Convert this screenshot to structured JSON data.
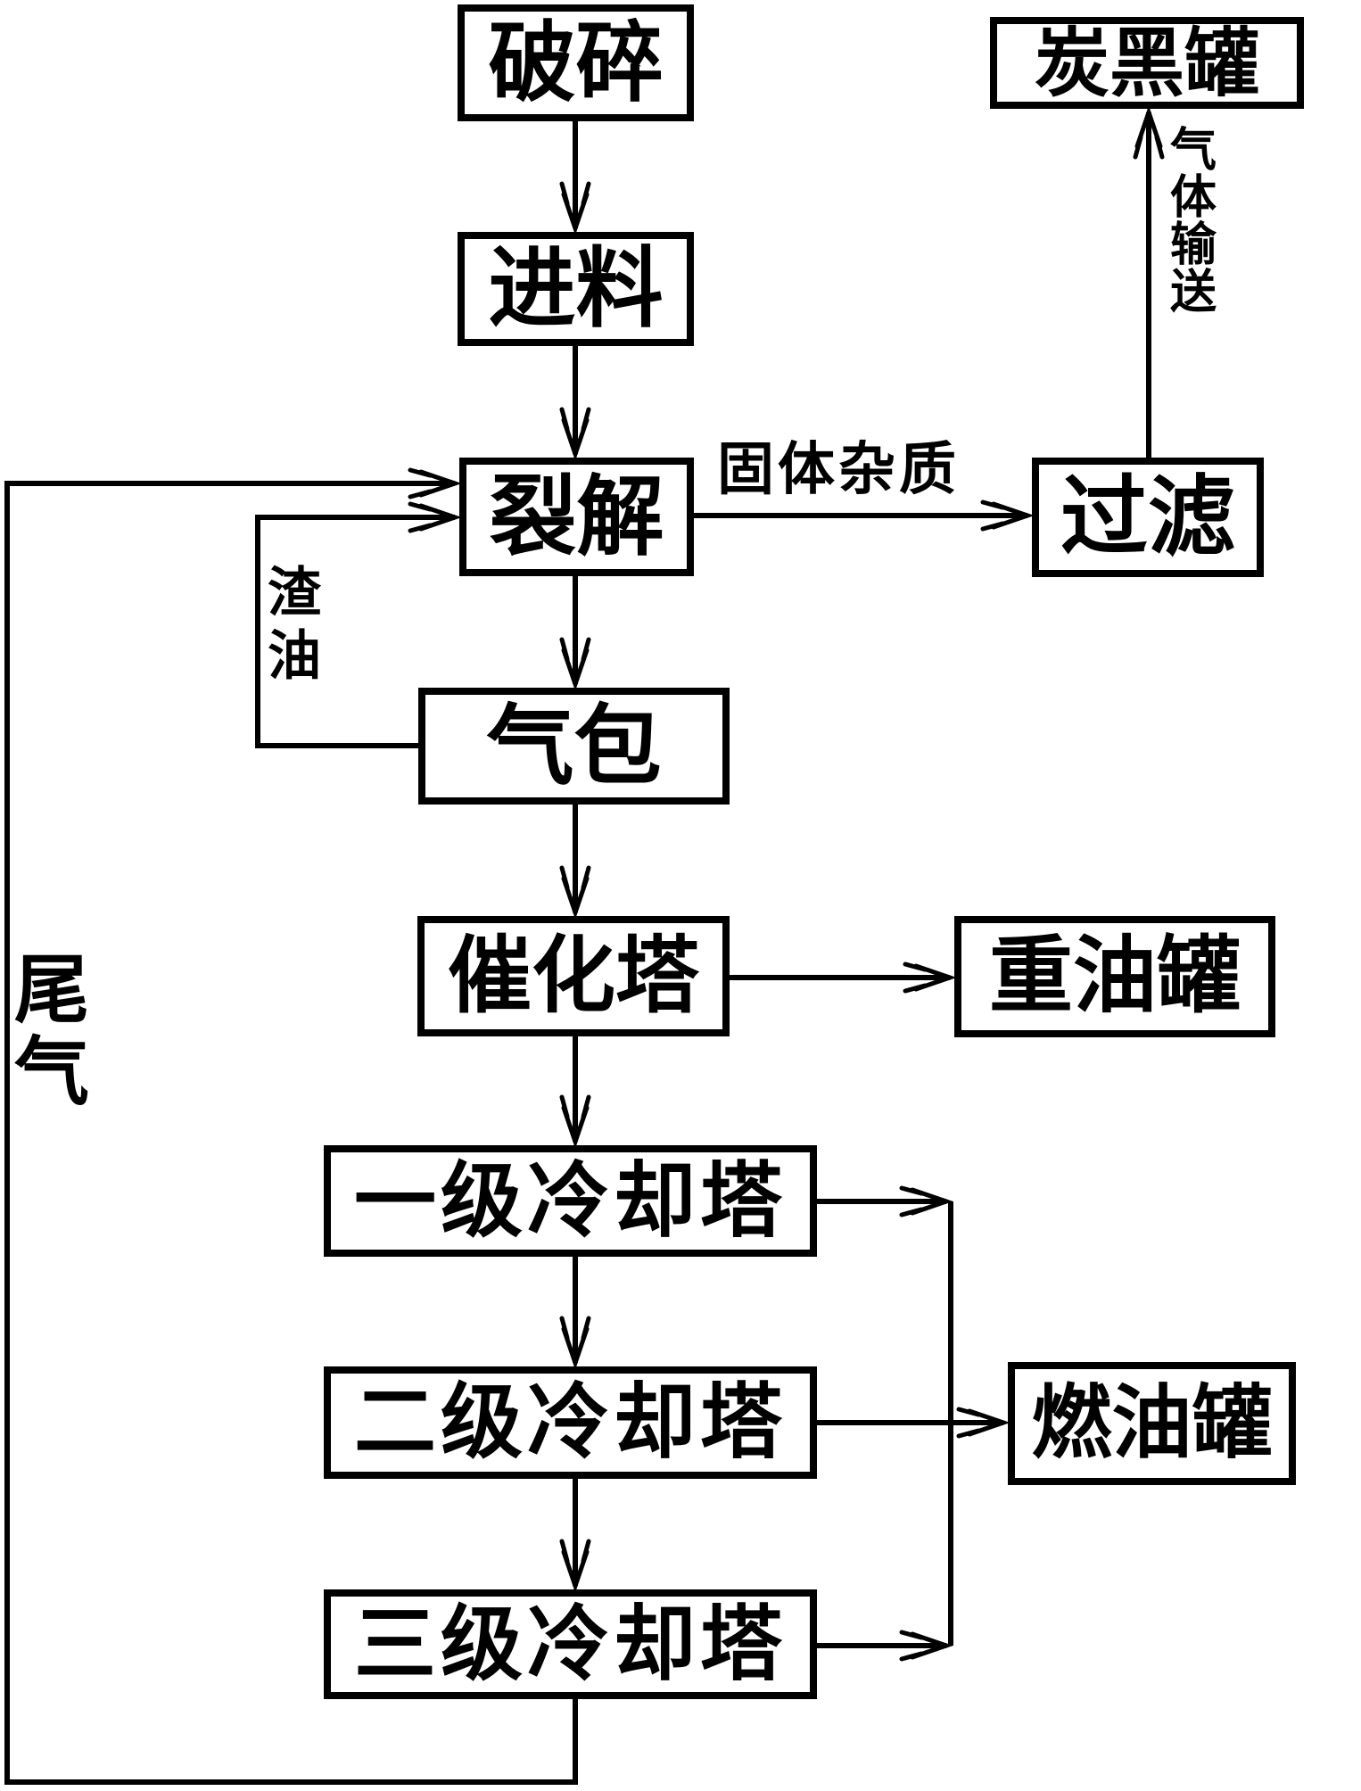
{
  "diagram": {
    "type": "flowchart",
    "language": "zh",
    "colors": {
      "line": "#000000",
      "background": "#ffffff",
      "text": "#000000"
    },
    "nodes": {
      "crush": {
        "label": "破碎"
      },
      "feed": {
        "label": "进料"
      },
      "pyrolysis": {
        "label": "裂解"
      },
      "carbon_black_tank": {
        "label": "炭黑罐"
      },
      "filter": {
        "label": "过滤"
      },
      "gas_drum": {
        "label": "气包"
      },
      "catalytic_tower": {
        "label": "催化塔"
      },
      "heavy_oil_tank": {
        "label": "重油罐"
      },
      "cooling_tower_1": {
        "label": "一级冷却塔"
      },
      "cooling_tower_2": {
        "label": "二级冷却塔"
      },
      "fuel_oil_tank": {
        "label": "燃油罐"
      },
      "cooling_tower_3": {
        "label": "三级冷却塔"
      }
    },
    "edge_labels": {
      "solid_impurities": "固体杂质",
      "gas_transport": "气体输送",
      "residual_oil": "渣油",
      "tail_gas": "尾气"
    },
    "edges": [
      {
        "from": "crush",
        "to": "feed"
      },
      {
        "from": "feed",
        "to": "pyrolysis"
      },
      {
        "from": "pyrolysis",
        "to": "filter",
        "label": "固体杂质"
      },
      {
        "from": "filter",
        "to": "carbon_black_tank",
        "label": "气体输送"
      },
      {
        "from": "pyrolysis",
        "to": "gas_drum"
      },
      {
        "from": "gas_drum",
        "to": "pyrolysis",
        "label": "渣油"
      },
      {
        "from": "gas_drum",
        "to": "catalytic_tower"
      },
      {
        "from": "catalytic_tower",
        "to": "heavy_oil_tank"
      },
      {
        "from": "catalytic_tower",
        "to": "cooling_tower_1"
      },
      {
        "from": "cooling_tower_1",
        "to": "fuel_oil_tank"
      },
      {
        "from": "cooling_tower_1",
        "to": "cooling_tower_2"
      },
      {
        "from": "cooling_tower_2",
        "to": "fuel_oil_tank"
      },
      {
        "from": "cooling_tower_2",
        "to": "cooling_tower_3"
      },
      {
        "from": "cooling_tower_3",
        "to": "fuel_oil_tank"
      },
      {
        "from": "cooling_tower_3",
        "to": "pyrolysis",
        "label": "尾气"
      }
    ]
  }
}
